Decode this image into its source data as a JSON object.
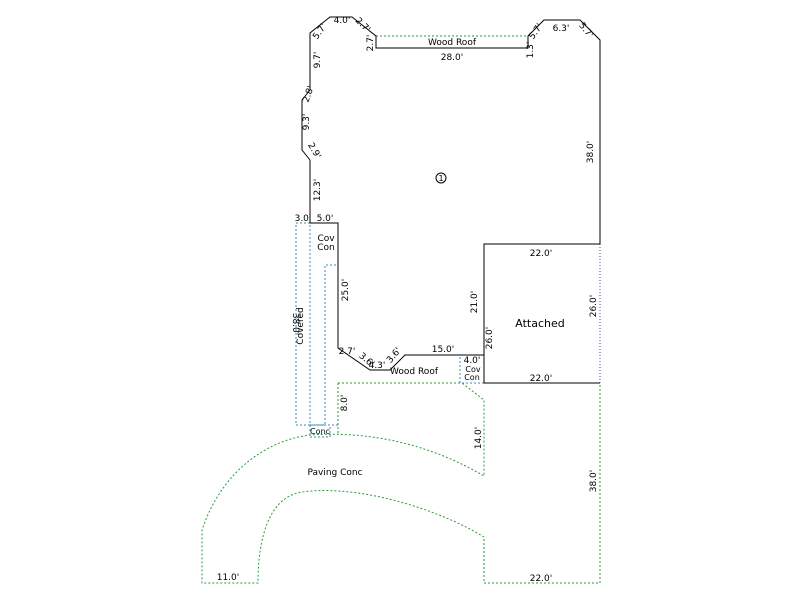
{
  "sketch": {
    "colors": {
      "main_line": "#000000",
      "paving_line": "#2a9a3a",
      "covered_line": "#3a8ab5",
      "attached_line": "#4a4aa8"
    },
    "areas": {
      "main_id": "1",
      "wood_roof_top": "Wood Roof",
      "wood_roof_bottom": "Wood Roof",
      "attached": "Attached",
      "covered": "Covered",
      "cov_con_upper_1": "Cov",
      "cov_con_upper_2": "Con",
      "cov_con_lower_1": "Cov",
      "cov_con_lower_2": "Con",
      "paving": "Paving Conc",
      "conc_small": "Conc"
    },
    "dimensions": {
      "d_4_0_top": "4.0'",
      "d_2_7_topleft": "2.7'",
      "d_5_7_left": "5.7'",
      "d_2_7_step": "2.7'",
      "d_28_0": "28.0'",
      "d_6_3": "6.3'",
      "d_5_7_rt_a": "5.7'",
      "d_5_7_rt_b": "5.7'",
      "d_1_3": "1.3'",
      "d_9_7": "9.7'",
      "d_2_8": "2.8'",
      "d_9_3": "9.3'",
      "d_2_9": "2.9'",
      "d_12_3": "12.3'",
      "d_38_0_right": "38.0'",
      "d_3_0": "3.0'",
      "d_5_0": "5.0'",
      "d_25_0": "25.0'",
      "d_22_0_attached_top": "22.0'",
      "d_21_0": "21.0'",
      "d_26_0_left": "26.0'",
      "d_26_0_right": "26.0'",
      "d_38_0_covered": "38.0'",
      "d_2_7_bottom": "2.7'",
      "d_3_6_a": "3.6'",
      "d_4_3": "4.3'",
      "d_3_6_b": "3.6'",
      "d_15_0": "15.0'",
      "d_4_0_lower": "4.0'",
      "d_22_0_attached_bottom": "22.0'",
      "d_8_0": "8.0'",
      "d_14_0": "14.0'",
      "d_38_0_paving": "38.0'",
      "d_11_0": "11.0'",
      "d_22_0_paving_bottom": "22.0'"
    }
  }
}
